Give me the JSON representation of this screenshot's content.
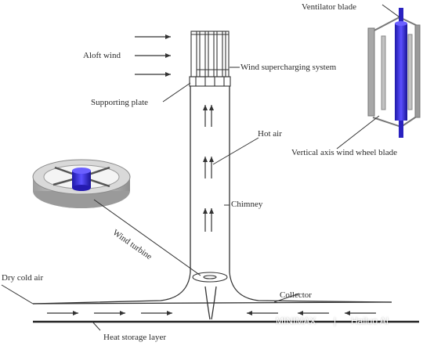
{
  "labels": {
    "aloft_wind": "Aloft wind",
    "wind_supercharging": "Wind supercharging system",
    "supporting_plate": "Supporting plate",
    "hot_air": "Hot air",
    "chimney": "Chimney",
    "wind_turbine": "Wind turbine",
    "dry_cold_air": "Dry cold air",
    "collector": "Collector",
    "heat_storage": "Heat storage layer",
    "ventilator_blade": "Ventilator blade",
    "vertical_axis": "Vertical axis wind wheel blade"
  },
  "watermark": {
    "left": "MINIMAX",
    "sep": "|",
    "right": "Hailuo AI"
  },
  "colors": {
    "line": "#333333",
    "blue": "#3a2fd0",
    "ring": "#b9b9b9"
  }
}
